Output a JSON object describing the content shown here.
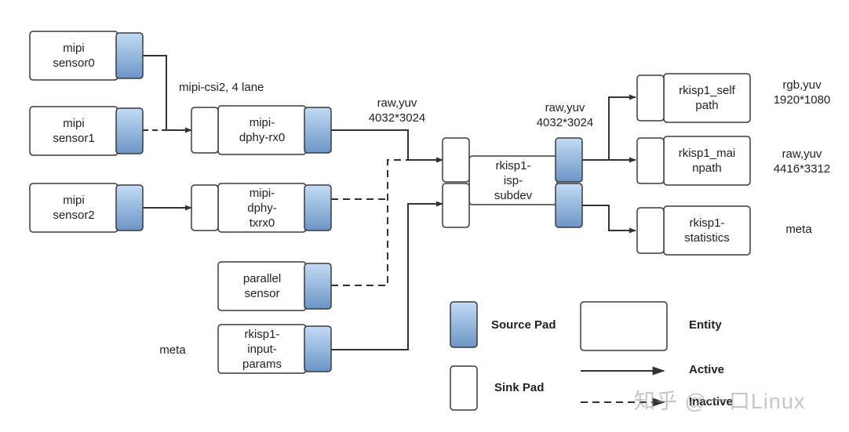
{
  "entities": [
    {
      "id": "sensor0",
      "label": "mipi\nsensor0"
    },
    {
      "id": "sensor1",
      "label": "mipi\nsensor1"
    },
    {
      "id": "sensor2",
      "label": "mipi\nsensor2"
    },
    {
      "id": "dphy_rx0",
      "label": "mipi-\ndphy-rx0"
    },
    {
      "id": "dphy_txrx0",
      "label": "mipi-\ndphy-\ntxrx0"
    },
    {
      "id": "parallel",
      "label": "parallel\nsensor"
    },
    {
      "id": "input_params",
      "label": "rkisp1-\ninput-\nparams"
    },
    {
      "id": "isp_subdev",
      "label": "rkisp1-\nisp-\nsubdev"
    },
    {
      "id": "selfpath",
      "label": "rkisp1_self\npath"
    },
    {
      "id": "mainpath",
      "label": "rkisp1_mai\nnpath"
    },
    {
      "id": "statistics",
      "label": "rkisp1-\nstatistics"
    }
  ],
  "annotations": {
    "csi_lane": "mipi-csi2, 4 lane",
    "rx0_format": "raw,yuv\n4032*3024",
    "isp_format": "raw,yuv\n4032*3024",
    "self_format": "rgb,yuv\n1920*1080",
    "main_format": "raw,yuv\n4416*3312",
    "stats_meta": "meta",
    "params_meta": "meta"
  },
  "legend": {
    "source_pad": "Source Pad",
    "entity": "Entity",
    "sink_pad": "Sink Pad",
    "active": "Active",
    "inactive": "Inactive"
  },
  "colors": {
    "pad_top": "#b4d2f0",
    "pad_bottom": "#6f98c8",
    "border": "#3a3a3a",
    "line": "#333333"
  },
  "watermark": "知乎 @一口Linux"
}
